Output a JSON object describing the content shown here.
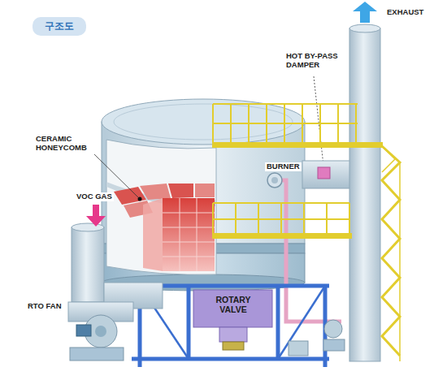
{
  "diagram": {
    "title": "구조도",
    "labels": [
      "EXHAUST",
      "HOT BY-PASS DAMPER",
      "CERAMIC HONEYCOMB",
      "BURNER",
      "VOC GAS",
      "RTO FAN",
      "ROTARY VALVE"
    ]
  }
}
